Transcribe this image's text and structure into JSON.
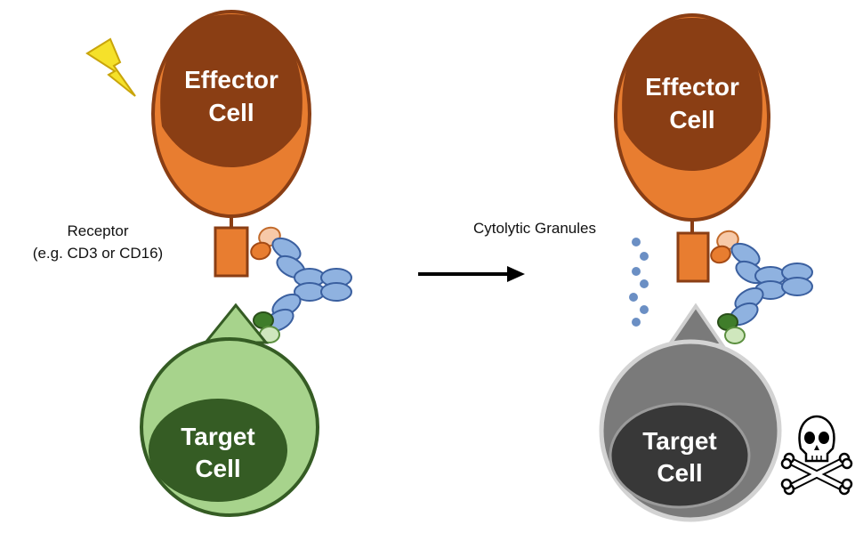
{
  "before": {
    "effector_label_line1": "Effector",
    "effector_label_line2": "Cell",
    "target_label_line1": "Target",
    "target_label_line2": "Cell",
    "receptor_label_line1": "Receptor",
    "receptor_label_line2": "(e.g. CD3 or CD16)",
    "activation_icon": "lightning-bolt-icon"
  },
  "transition": {
    "granules_label": "Cytolytic Granules",
    "arrow_icon": "right-arrow-icon"
  },
  "after": {
    "effector_label_line1": "Effector",
    "effector_label_line2": "Cell",
    "target_label_line1": "Target",
    "target_label_line2": "Cell",
    "death_icon": "skull-crossbones-icon"
  },
  "colors": {
    "effector_outer": "#e87d30",
    "effector_inner": "#8a3e14",
    "target_outer_live": "#a7d38c",
    "target_inner_live": "#355c24",
    "target_outer_dead": "#7a7a7a",
    "target_inner_dead": "#383838",
    "antibody_blue": "#8fb2e0",
    "granule": "#6b8fc4"
  }
}
